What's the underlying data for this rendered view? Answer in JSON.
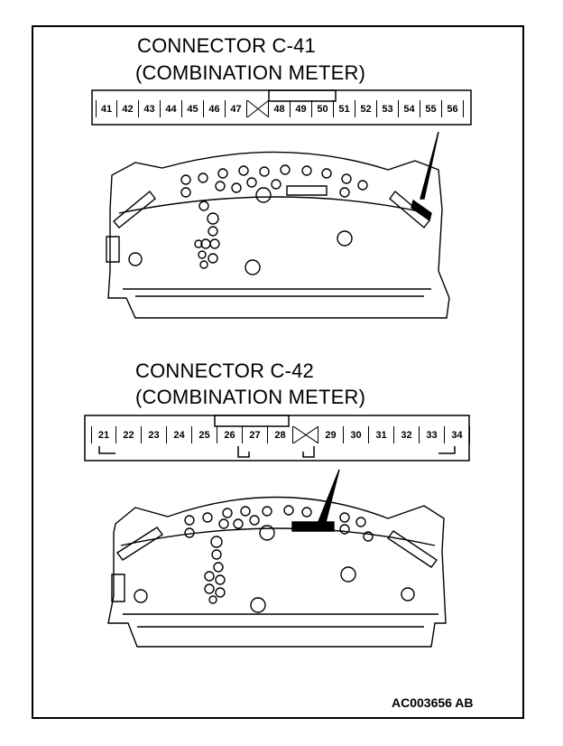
{
  "connector_c41": {
    "title_line1": "CONNECTOR C-41",
    "title_line2": "(COMBINATION METER)",
    "pins": [
      "41",
      "42",
      "43",
      "44",
      "45",
      "46",
      "47",
      "",
      "48",
      "49",
      "50",
      "51",
      "52",
      "53",
      "54",
      "55",
      "56"
    ]
  },
  "connector_c42": {
    "title_line1": "CONNECTOR C-42",
    "title_line2": "(COMBINATION METER)",
    "pins": [
      "21",
      "22",
      "23",
      "24",
      "25",
      "26",
      "27",
      "28",
      "",
      "29",
      "30",
      "31",
      "32",
      "33",
      "34"
    ]
  },
  "figure_code": "AC003656 AB"
}
